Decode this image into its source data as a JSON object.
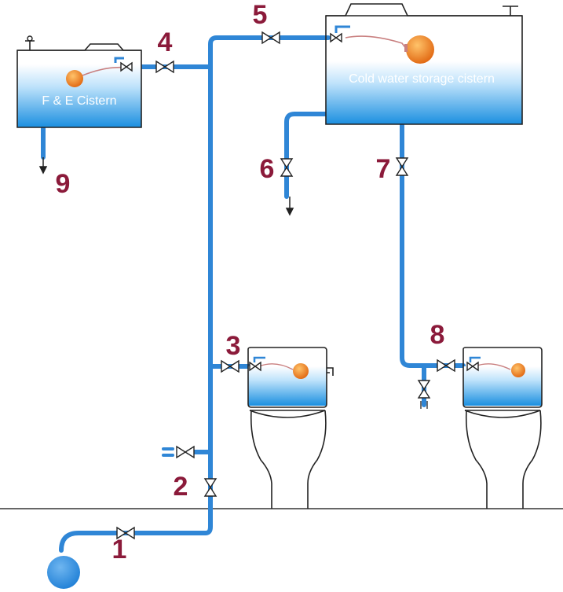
{
  "labels": {
    "fe_cistern": "F & E Cistern",
    "storage_cistern": "Cold water storage cistern"
  },
  "valve_numbers": [
    "1",
    "2",
    "3",
    "4",
    "5",
    "6",
    "7",
    "8",
    "9"
  ],
  "colors": {
    "pipe": "#2f86d6",
    "water_top": "#ffffff",
    "water_bottom": "#1b8fe0",
    "float": "#f08a1a",
    "number": "#8b1a3a",
    "float_arm": "#c98080"
  }
}
